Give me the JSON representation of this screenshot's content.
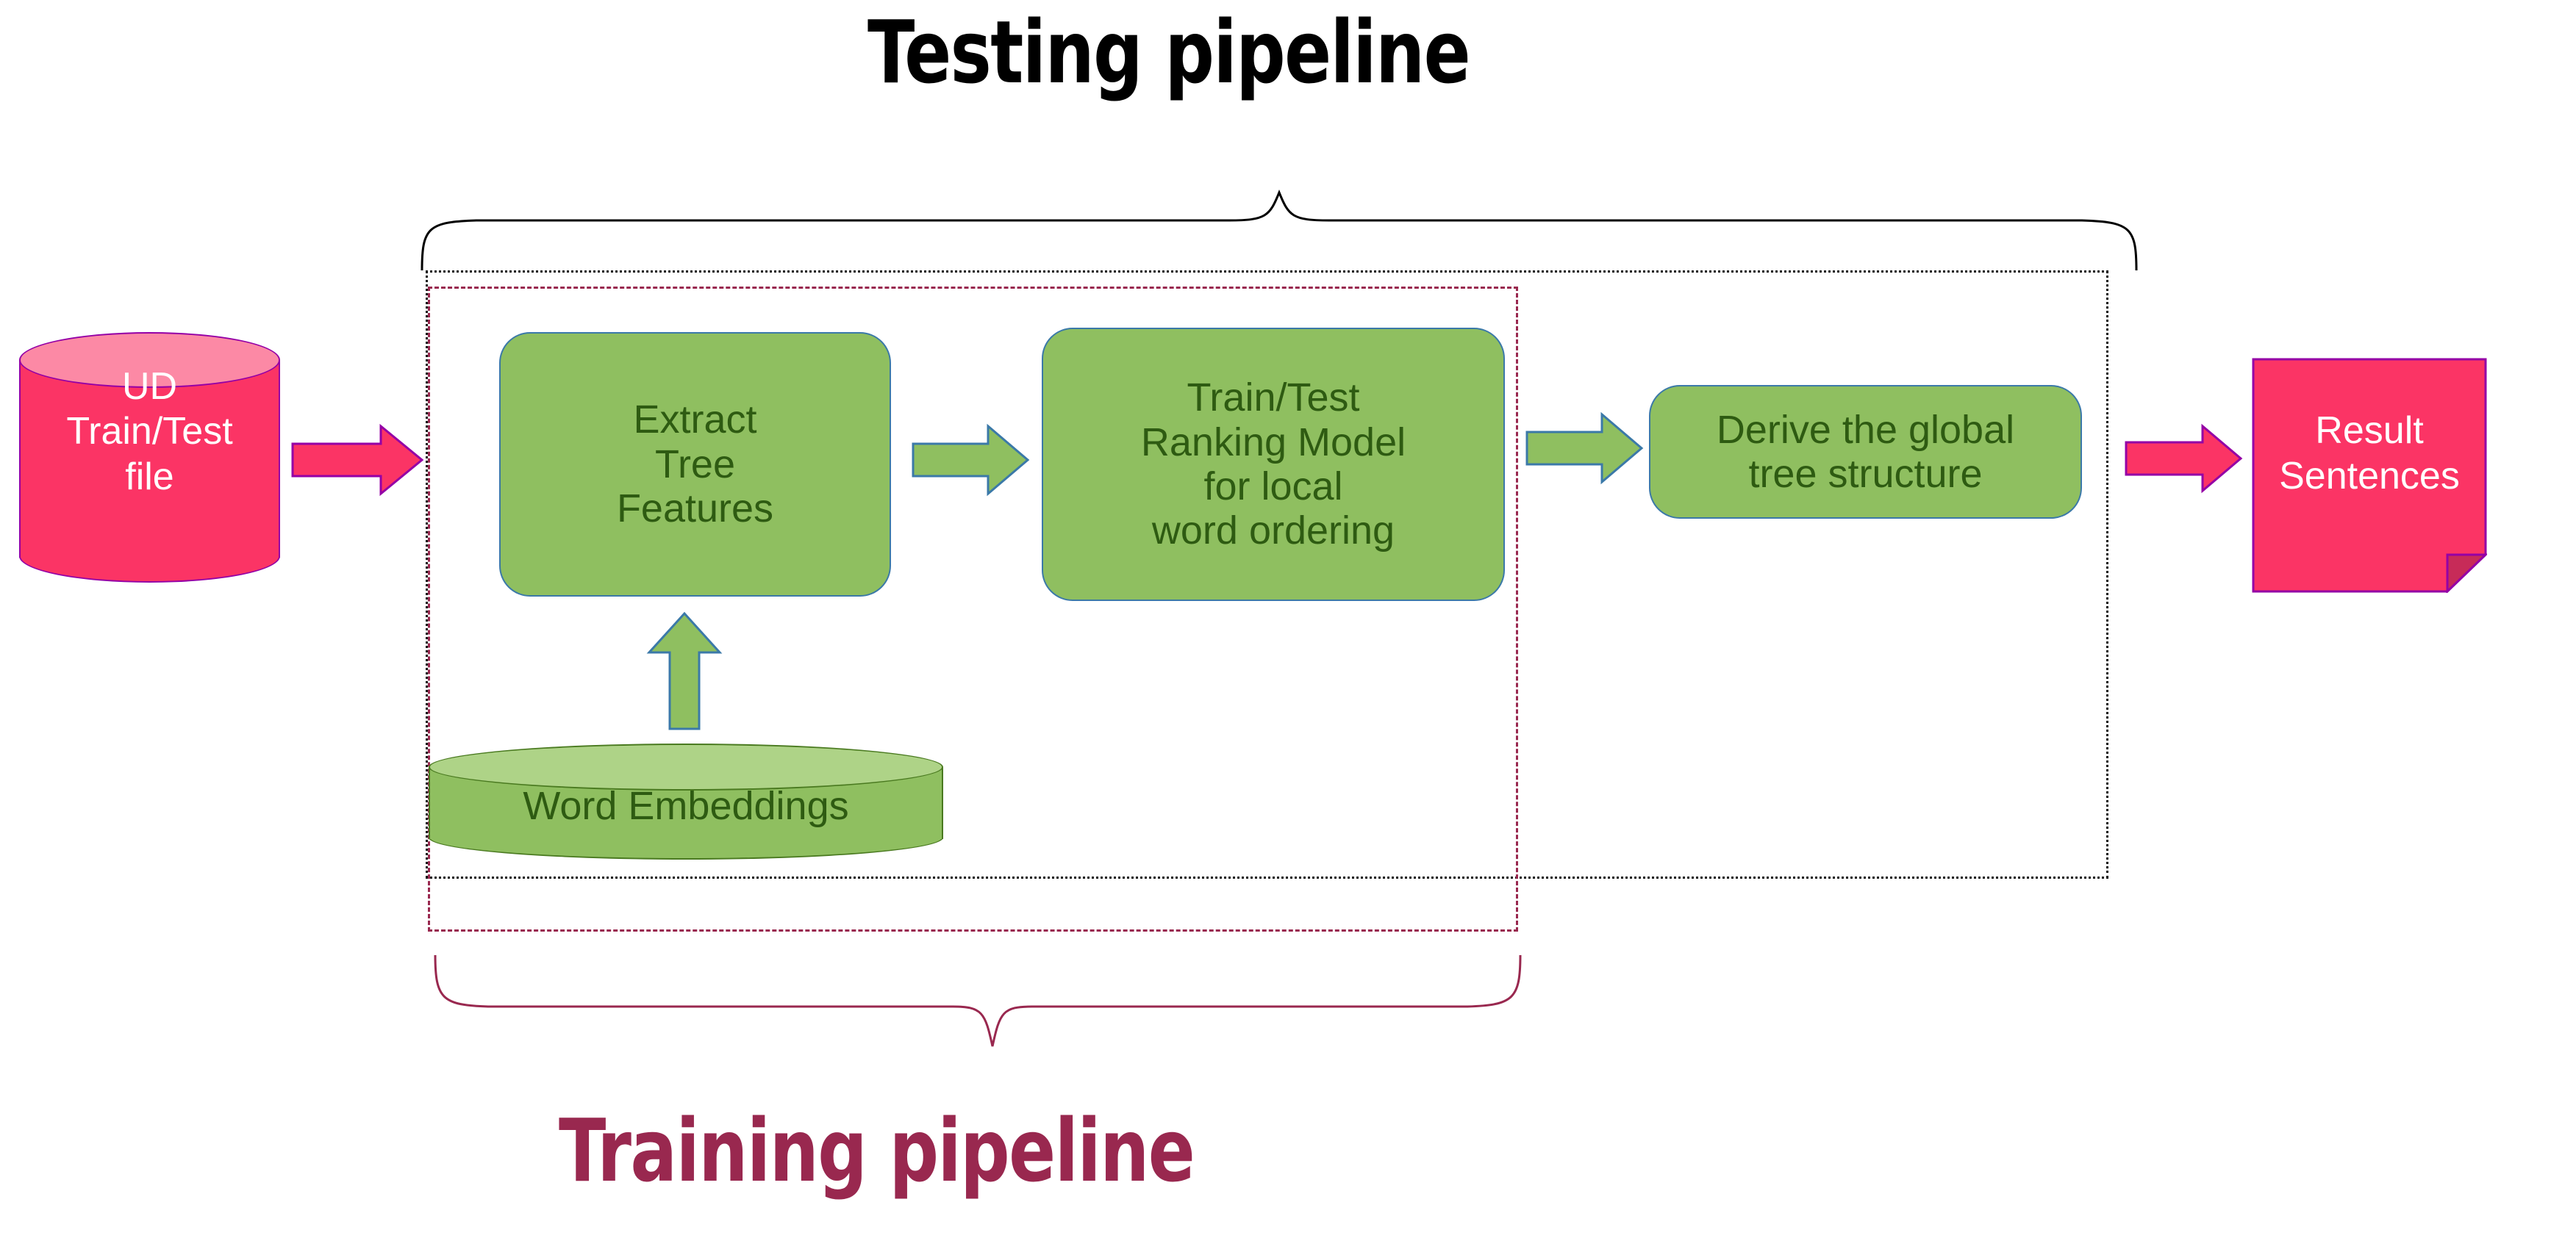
{
  "diagram": {
    "title_top": "Testing pipeline",
    "title_bottom": "Training pipeline",
    "colors": {
      "pink": "#FB3465",
      "pink_light": "#FC89A5",
      "pink_outline": "#9400A6",
      "green": "#8FBF60",
      "green_light": "#AED387",
      "green_outline": "#4A7A20",
      "green_box_outline": "#3B79A8",
      "green_text": "#2E5B12",
      "maroon": "#99284F",
      "black": "#000000"
    }
  },
  "nodes": {
    "ud_file": {
      "label": "UD\nTrain/Test\nfile",
      "shape": "cylinder-database"
    },
    "extract_tree_features": {
      "label": "Extract\nTree\nFeatures",
      "shape": "rounded-rectangle"
    },
    "ranking_model": {
      "label": "Train/Test\nRanking Model\nfor local\nword ordering",
      "shape": "rounded-rectangle"
    },
    "derive_tree": {
      "label": "Derive the global\ntree structure",
      "shape": "rounded-rectangle"
    },
    "word_embeddings": {
      "label": "Word Embeddings",
      "shape": "flat-disk-database"
    },
    "result_sentences": {
      "label": "Result\nSentences",
      "shape": "document-folded-corner"
    }
  },
  "regions": {
    "testing": {
      "label": "Testing pipeline",
      "border_style": "dotted",
      "border_color": "#111111"
    },
    "training": {
      "label": "Training pipeline",
      "border_style": "dashed",
      "border_color": "#99284F"
    }
  },
  "arrows": [
    {
      "name": "ud-to-extract",
      "direction": "right",
      "color": "#FB3465"
    },
    {
      "name": "extract-to-ranking",
      "direction": "right",
      "color": "#8FBF60"
    },
    {
      "name": "ranking-to-derive",
      "direction": "right",
      "color": "#8FBF60"
    },
    {
      "name": "derive-to-result",
      "direction": "right",
      "color": "#FB3465"
    },
    {
      "name": "embeddings-to-extract",
      "direction": "up",
      "color": "#8FBF60"
    }
  ]
}
